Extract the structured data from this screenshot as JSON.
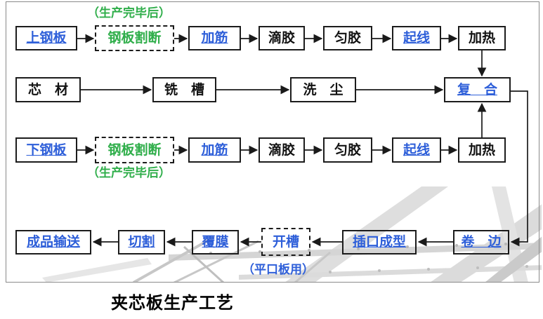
{
  "page_title": "夹芯板生产工艺",
  "annotations": {
    "after_production_top": "（生产完毕后）",
    "after_production_bottom": "（生产完毕后）",
    "flat_panel_note": "（平口板用）"
  },
  "rows": {
    "upper_steel_line": [
      "上钢板",
      "钢板割断",
      "加筋",
      "滴胶",
      "匀胶",
      "起线",
      "加热"
    ],
    "core_line": [
      "芯　材",
      "铣　槽",
      "洗　尘",
      "复　合"
    ],
    "lower_steel_line": [
      "下钢板",
      "钢板割断",
      "加筋",
      "滴胶",
      "匀胶",
      "起线",
      "加热"
    ],
    "finishing_line": [
      "成品输送",
      "切割",
      "覆膜",
      "开槽",
      "插口成型",
      "卷　边"
    ]
  },
  "colors": {
    "link_blue": "#2E5FD9",
    "note_green": "#2FAE4A",
    "box_border": "#1c1c1c",
    "arrow_black": "#1a1a1a",
    "watermark_gray": "#cccccc"
  }
}
